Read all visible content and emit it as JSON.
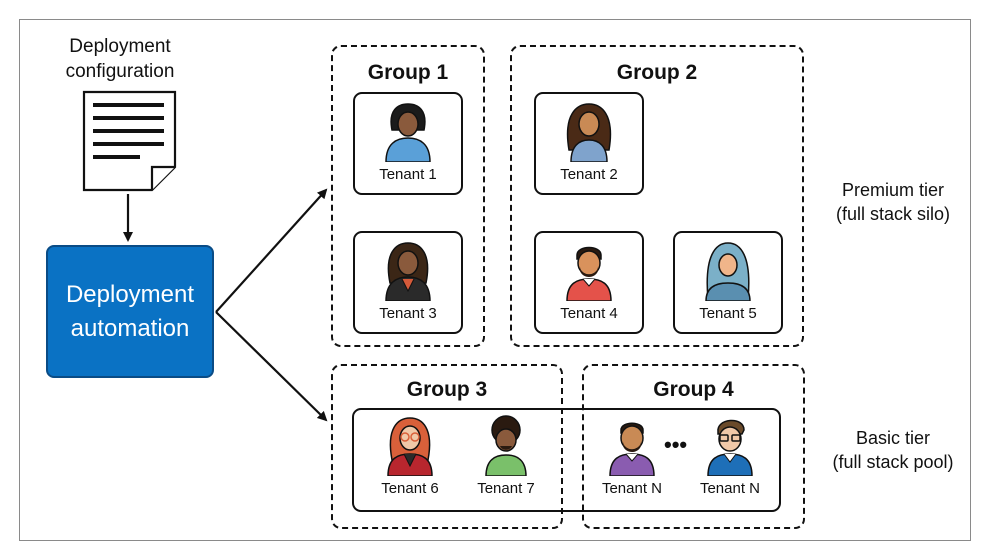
{
  "deployment_configuration": "Deployment configuration",
  "deployment_config_lines": [
    "Deployment",
    "configuration"
  ],
  "automation": {
    "lines": [
      "Deployment",
      "automation"
    ]
  },
  "groups": [
    {
      "title": "Group 1"
    },
    {
      "title": "Group 2"
    },
    {
      "title": "Group 3"
    },
    {
      "title": "Group 4"
    }
  ],
  "tenants": {
    "t1": "Tenant 1",
    "t2": "Tenant 2",
    "t3": "Tenant 3",
    "t4": "Tenant 4",
    "t5": "Tenant 5",
    "t6": "Tenant 6",
    "t7": "Tenant 7",
    "tn_a": "Tenant N",
    "tn_b": "Tenant N"
  },
  "ellipsis": "•••",
  "tiers": {
    "premium": [
      "Premium tier",
      "(full stack silo)"
    ],
    "basic": [
      "Basic tier",
      "(full stack pool)"
    ]
  },
  "colors": {
    "automation_fill": "#0a72c4",
    "line": "#111111",
    "skin_dark": "#8a5a3c",
    "skin_mid": "#c98a55",
    "skin_light": "#f0b58a"
  }
}
